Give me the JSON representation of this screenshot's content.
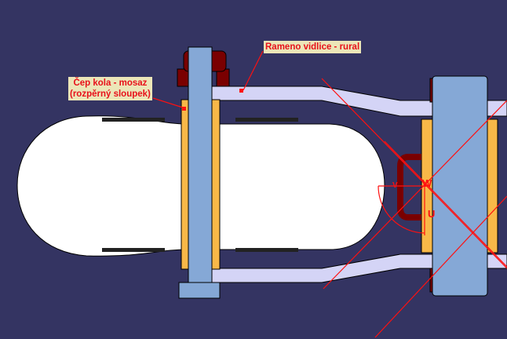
{
  "labels": {
    "fork_arm": "Rameno vidlice - rural",
    "pin_line1": "Čep kola - mosaz",
    "pin_line2": "(rozpěrný sloupek)"
  },
  "symbols": {
    "w": "W",
    "u": "U",
    "v": "V"
  },
  "colors": {
    "background": "#343462",
    "axle": "#85a8d6",
    "bushing": "#f8b848",
    "nut": "#7a0000",
    "arm": "#d4d4f6",
    "wheel": "#ffffff",
    "annotation": "#ff1010"
  }
}
